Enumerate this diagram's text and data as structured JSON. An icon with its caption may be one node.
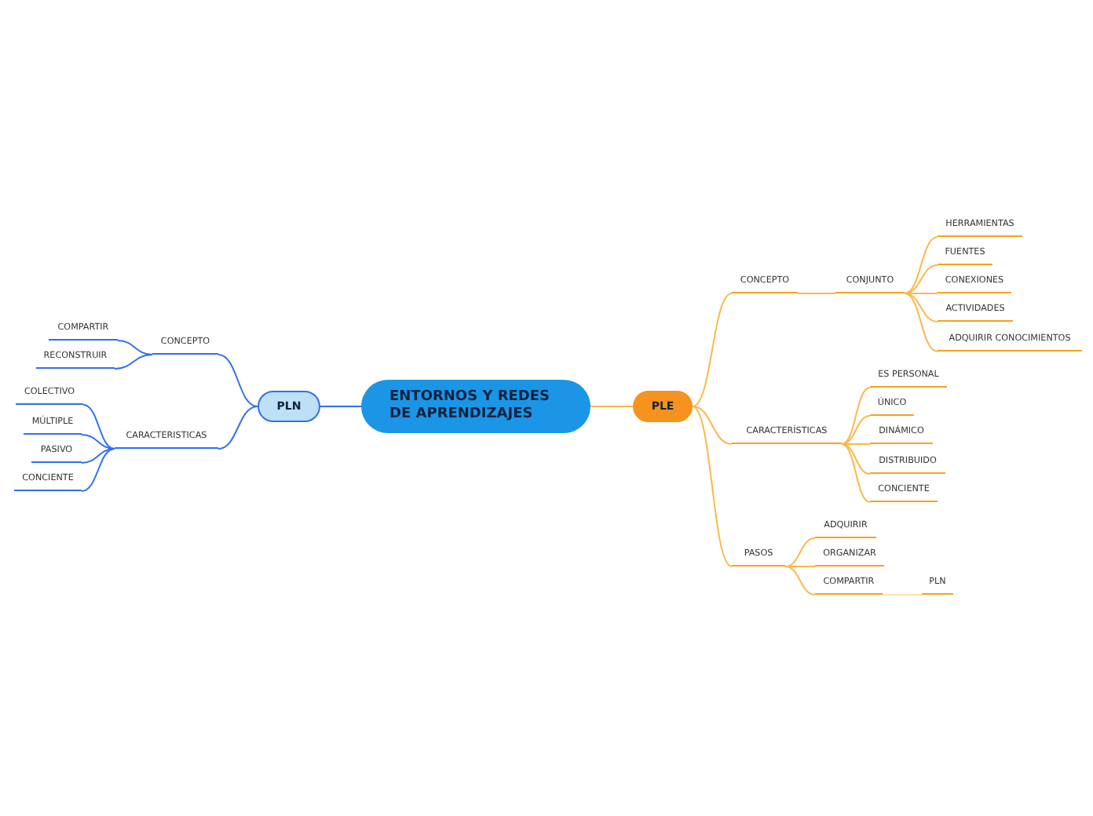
{
  "diagram": {
    "nodes": [
      {
        "text": [
          "ENTORNOS Y REDES DE APRENDIZAJES"
        ]
      },
      {
        "text": [
          "PLN"
        ]
      },
      {
        "text": [
          "PLE"
        ]
      },
      {
        "text": [
          "CONCEPTO"
        ]
      },
      {
        "text": [
          "COMPARTIR"
        ]
      },
      {
        "text": [
          "RECONSTRUIR"
        ]
      },
      {
        "text": [
          "CARACTERISTICAS"
        ]
      },
      {
        "text": [
          "COLECTIVO"
        ]
      },
      {
        "text": [
          "MÚLTIPLE"
        ]
      },
      {
        "text": [
          "PASIVO"
        ]
      },
      {
        "text": [
          "CONCIENTE"
        ]
      },
      {
        "text": [
          "CONCEPTO"
        ]
      },
      {
        "text": [
          "CONJUNTO"
        ]
      },
      {
        "text": [
          "HERRAMIENTAS"
        ]
      },
      {
        "text": [
          "FUENTES"
        ]
      },
      {
        "text": [
          "CONEXIONES"
        ]
      },
      {
        "text": [
          "ACTIVIDADES"
        ]
      },
      {
        "text": [
          "ADQUIRIR CONOCIMIENTOS"
        ]
      },
      {
        "text": [
          "CARACTERÍSTICAS"
        ]
      },
      {
        "text": [
          "ES PERSONAL"
        ]
      },
      {
        "text": [
          "ÚNICO"
        ]
      },
      {
        "text": [
          "DINÁMICO"
        ]
      },
      {
        "text": [
          "DISTRIBUIDO"
        ]
      },
      {
        "text": [
          "CONCIENTE"
        ]
      },
      {
        "text": [
          "PASOS"
        ]
      },
      {
        "text": [
          "ADQUIRIR"
        ]
      },
      {
        "text": [
          "ORGANIZAR"
        ]
      },
      {
        "text": [
          "COMPARTIR"
        ]
      },
      {
        "text": [
          "PLN"
        ]
      }
    ],
    "edges": [
      {
        "from": 0,
        "to": 1,
        "arrow": "none",
        "color": "#2f6ff0"
      },
      {
        "from": 0,
        "to": 2,
        "arrow": "none"
      },
      {
        "from": 1,
        "to": 3,
        "arrow": "none",
        "color": "#2f6ff0"
      },
      {
        "from": 3,
        "to": 4,
        "arrow": "none",
        "color": "#2f6ff0"
      },
      {
        "from": 3,
        "to": 5,
        "arrow": "none",
        "color": "#2f6ff0"
      },
      {
        "from": 1,
        "to": 6,
        "arrow": "none",
        "color": "#2f6ff0"
      },
      {
        "from": 6,
        "to": 7,
        "arrow": "none",
        "color": "#2f6ff0"
      },
      {
        "from": 6,
        "to": 8,
        "arrow": "none",
        "color": "#2f6ff0"
      },
      {
        "from": 6,
        "to": 9,
        "arrow": "none",
        "color": "#2f6ff0"
      },
      {
        "from": 6,
        "to": 10,
        "arrow": "none",
        "color": "#2f6ff0"
      },
      {
        "from": 2,
        "to": 11,
        "arrow": "none"
      },
      {
        "from": 11,
        "to": 12,
        "arrow": "none"
      },
      {
        "from": 12,
        "to": 13,
        "arrow": "none"
      },
      {
        "from": 12,
        "to": 14,
        "arrow": "none"
      },
      {
        "from": 12,
        "to": 15,
        "arrow": "none"
      },
      {
        "from": 12,
        "to": 16,
        "arrow": "none"
      },
      {
        "from": 12,
        "to": 17,
        "arrow": "none"
      },
      {
        "from": 2,
        "to": 18,
        "arrow": "none"
      },
      {
        "from": 18,
        "to": 19,
        "arrow": "none"
      },
      {
        "from": 18,
        "to": 20,
        "arrow": "none"
      },
      {
        "from": 18,
        "to": 21,
        "arrow": "none"
      },
      {
        "from": 18,
        "to": 22,
        "arrow": "none"
      },
      {
        "from": 18,
        "to": 23,
        "arrow": "none"
      },
      {
        "from": 2,
        "to": 24,
        "arrow": "none"
      },
      {
        "from": 24,
        "to": 25,
        "arrow": "none"
      },
      {
        "from": 24,
        "to": 26,
        "arrow": "none"
      },
      {
        "from": 24,
        "to": 27,
        "arrow": "none"
      },
      {
        "from": 27,
        "to": 28,
        "arrow": "none",
        "color": "#fde0b0"
      }
    ]
  }
}
